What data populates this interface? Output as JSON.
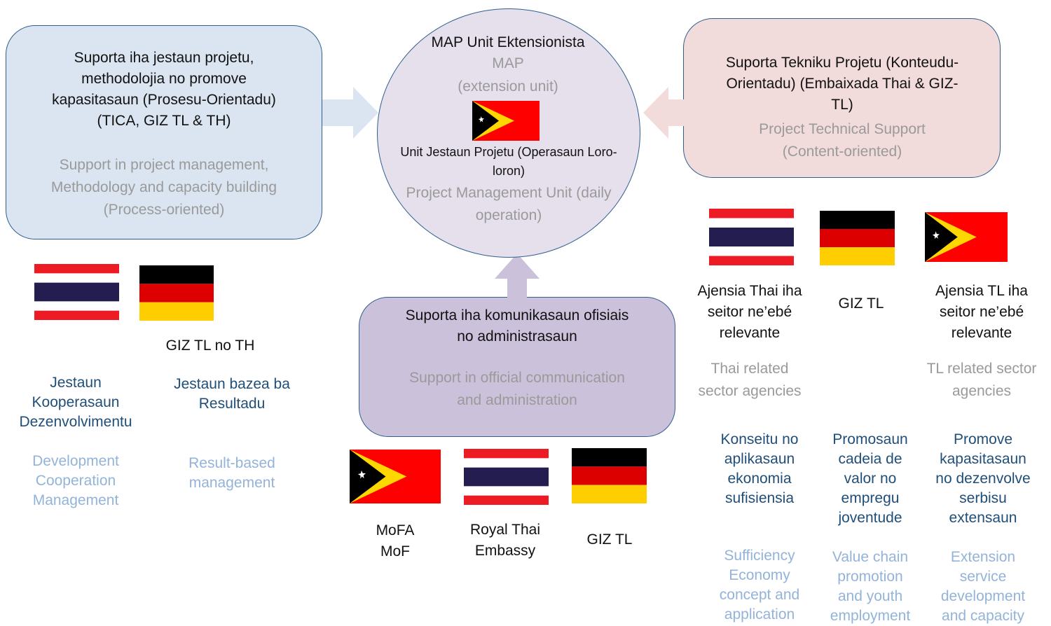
{
  "colors": {
    "left_box_fill": "#dbe5f1",
    "right_box_fill": "#f2dcdb",
    "bottom_box_fill": "#ccc1da",
    "circle_fill": "#e6e0ec",
    "border": "#2f5f8f",
    "blue_arrow": "#dbe5f1",
    "pink_arrow": "#f2dcdb",
    "purple_arrow": "#ccc1da",
    "dark_blue_text": "#1f4e79",
    "light_blue_text": "#93b3d9",
    "grey_text": "#9a9a9a"
  },
  "left_box": {
    "tetum": "Suporta iha jestaun projetu,\nmethodolojia no promove\nkapasitasaun (Prosesu-Orientadu)\n(TICA, GIZ TL & TH)",
    "english": "Support in project management,\nMethodology and capacity building\n(Process-oriented)"
  },
  "circle": {
    "title": "MAP Unit Ektensionista",
    "map": "MAP",
    "extension_unit": "(extension unit)",
    "flag": "timor-leste-flag",
    "tetum_unit": "Unit Jestaun Projetu (Operasaun Loro-\nloron)",
    "english_unit": "Project Management Unit (daily\noperation)"
  },
  "right_box": {
    "tetum": "Suporta Tekniku Projetu (Konteudu-\nOrientadu) (Embaixada Thai & GIZ-\nTL)",
    "english": "Project Technical Support\n(Content-oriented)"
  },
  "bottom_box": {
    "tetum": "Suporta iha komunikasaun ofisiais\nno administrasaun",
    "english": "Support in official communication\nand administration"
  },
  "left_section": {
    "flags": [
      "thailand-flag",
      "germany-flag"
    ],
    "label": "GIZ TL no TH",
    "col1_tetum": "Jestaun\nKooperasaun\nDezenvolvimentu",
    "col1_english": "Development\nCooperation\nManagement",
    "col2_tetum": "Jestaun bazea ba\nResultadu",
    "col2_english": "Result-based\nmanagement"
  },
  "bottom_section": {
    "flags": [
      "timor-leste-flag",
      "thailand-flag",
      "germany-flag"
    ],
    "label1": "MoFA\nMoF",
    "label2": "Royal Thai\nEmbassy",
    "label3": "GIZ TL"
  },
  "right_section": {
    "flags": [
      "thailand-flag",
      "germany-flag",
      "timor-leste-flag"
    ],
    "col1_tetum": "Ajensia Thai iha\nseitor ne’ebé\nrelevante",
    "col1_english": "Thai related\nsector agencies",
    "col2_tetum": "GIZ TL",
    "col3_tetum": "Ajensia TL iha\nseitor ne’ebé\nrelevante",
    "col3_english": "TL related sector\nagencies",
    "areas": [
      {
        "tetum": "Konseitu no\naplikasaun\nekonomia\nsufisiensia",
        "english": "Sufficiency\nEconomy\nconcept and\napplication"
      },
      {
        "tetum": "Promosaun\ncadeia de\nvalor no\nempregu\njoventude",
        "english": "Value chain\npromotion\nand youth\nemployment"
      },
      {
        "tetum": "Promove\nkapasitasaun\nno dezenvolve\nserbisu\nextensaun",
        "english": "Extension\nservice\ndevelopment\nand capacity"
      }
    ]
  }
}
